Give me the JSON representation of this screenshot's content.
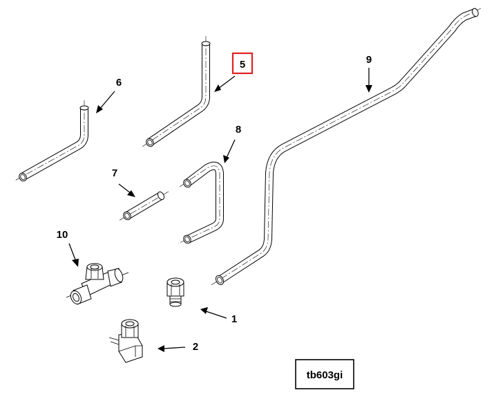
{
  "diagram": {
    "callouts": [
      {
        "id": "c1",
        "text": "1"
      },
      {
        "id": "c2",
        "text": "2"
      },
      {
        "id": "c5",
        "text": "5"
      },
      {
        "id": "c6",
        "text": "6"
      },
      {
        "id": "c7",
        "text": "7"
      },
      {
        "id": "c8",
        "text": "8"
      },
      {
        "id": "c9",
        "text": "9"
      },
      {
        "id": "c10",
        "text": "10"
      }
    ],
    "highlighted_callout": "5",
    "highlight_color": "#e02020",
    "reference_code": "tb603gi"
  }
}
